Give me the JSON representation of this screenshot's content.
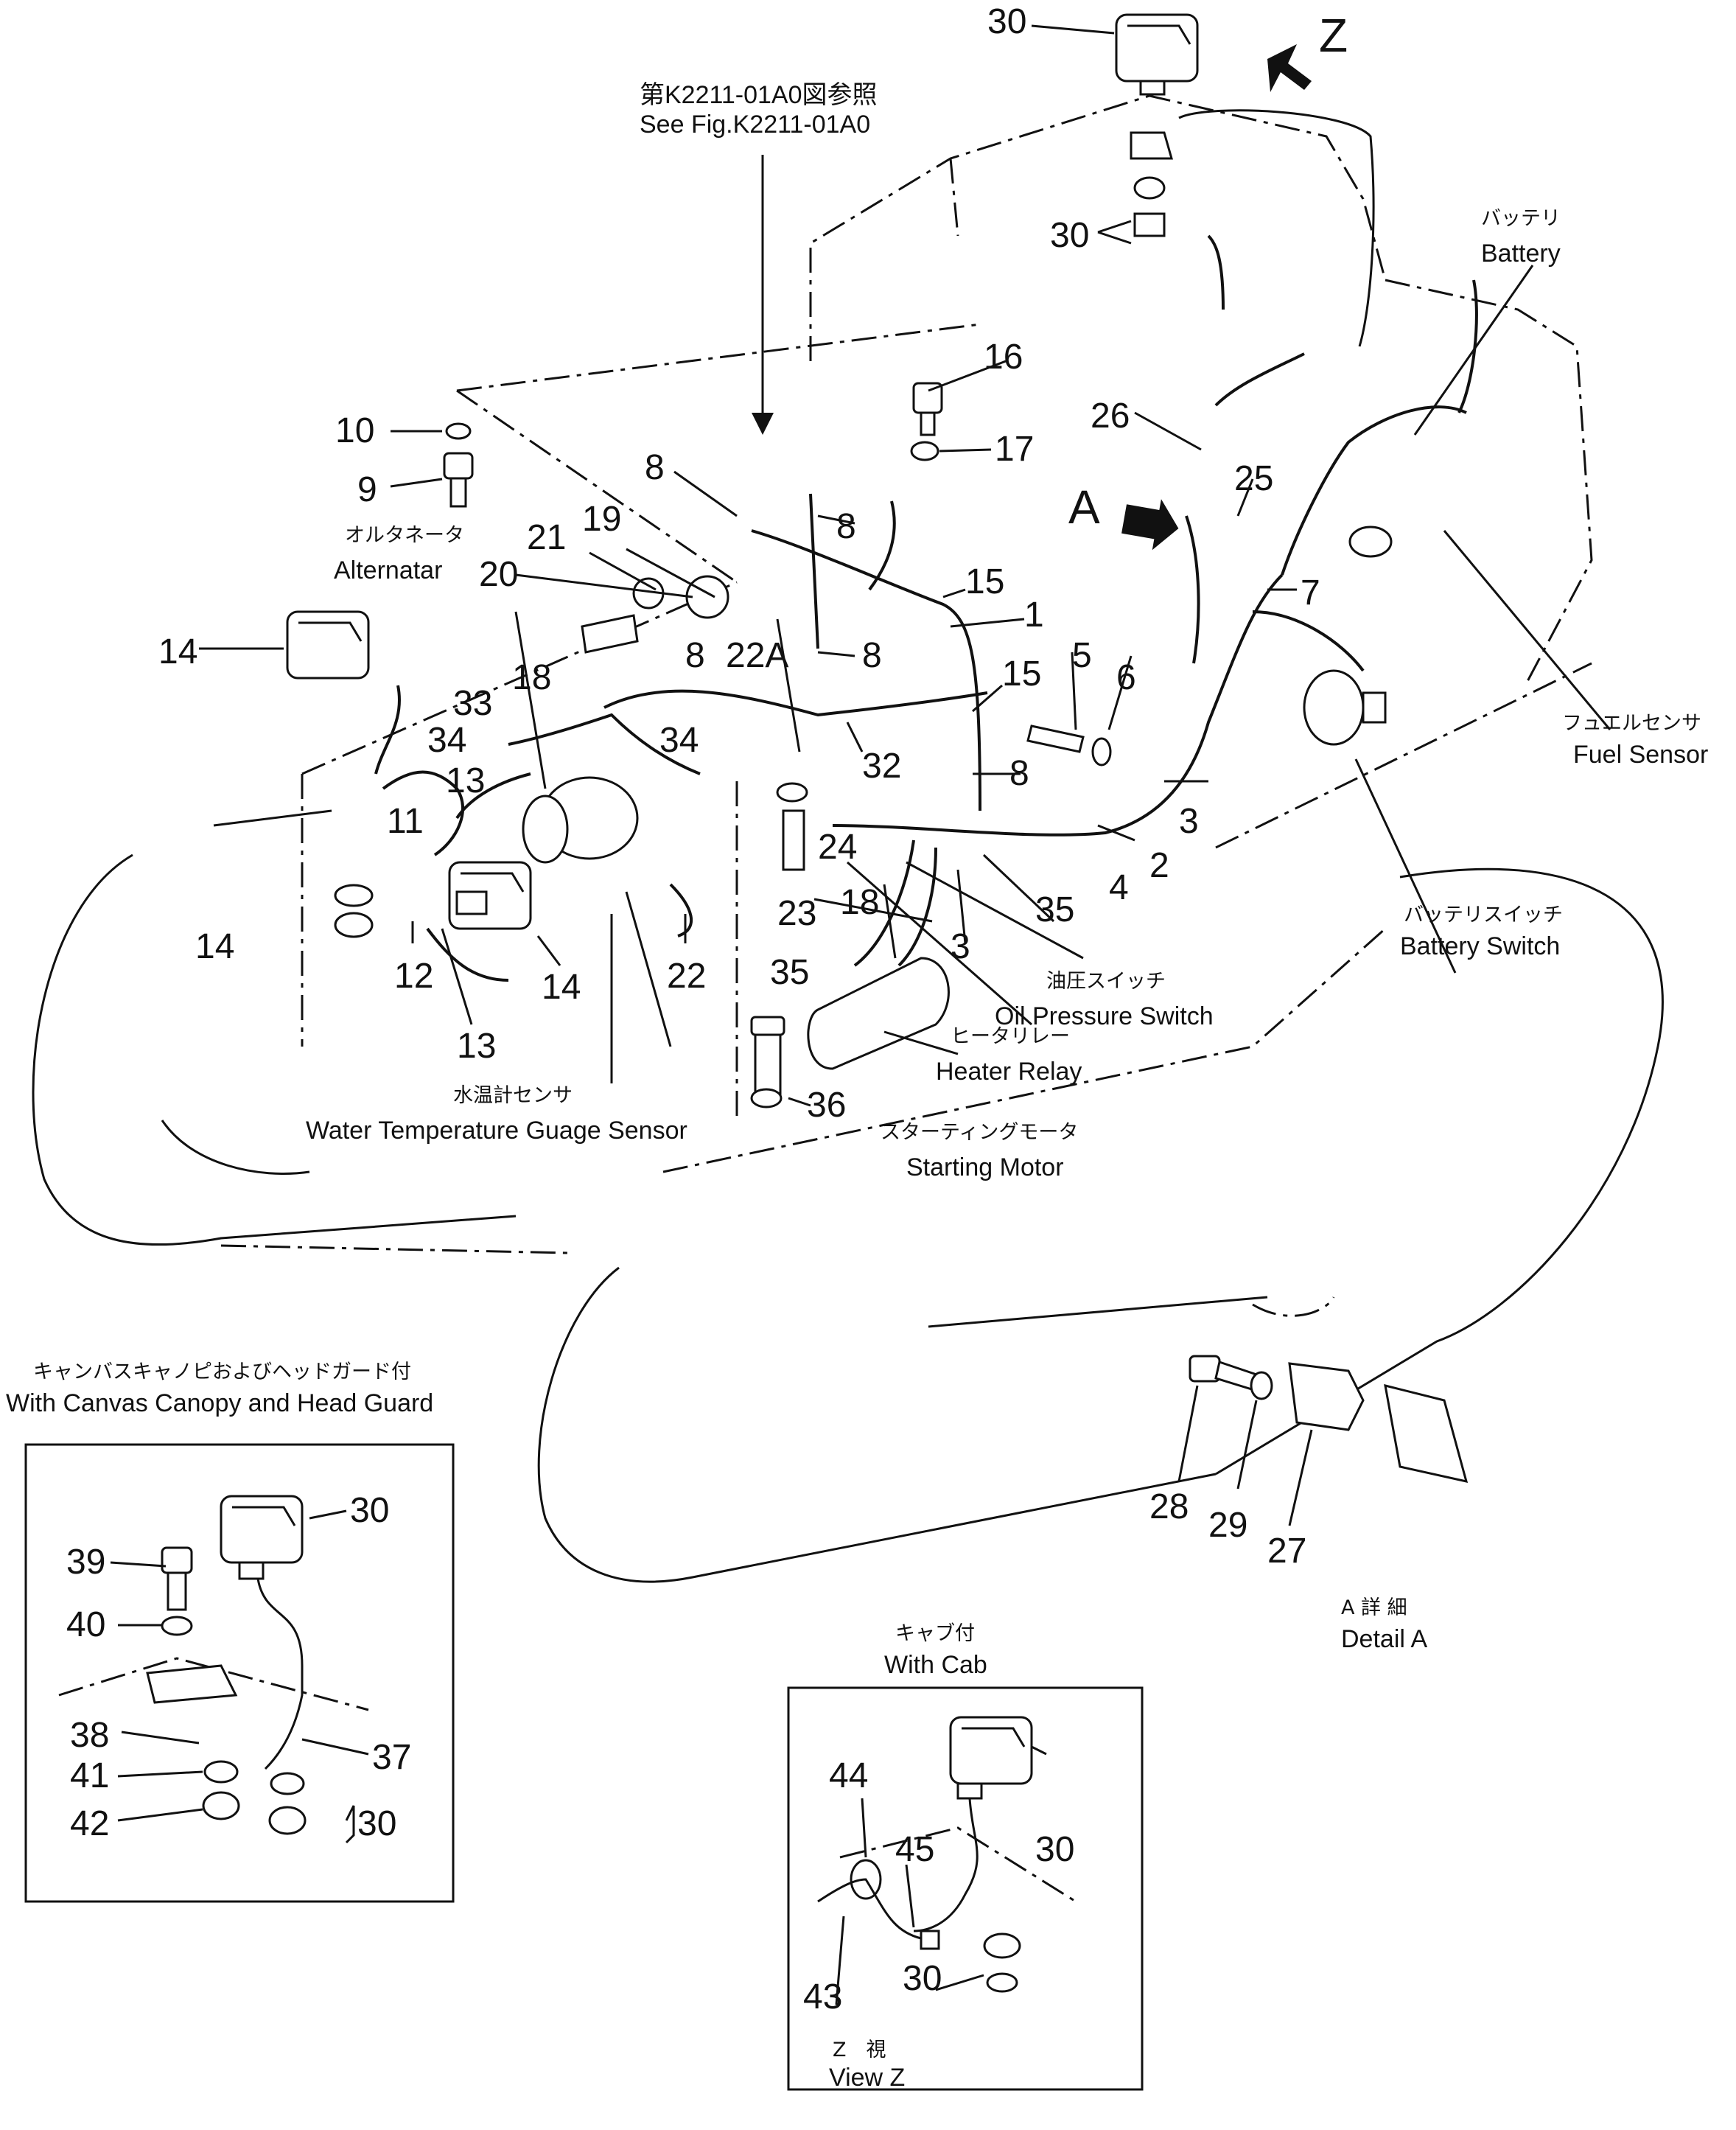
{
  "header": {
    "jp_ref": "第K2211-01A0図参照",
    "en_ref": "See Fig.K2211-01A0"
  },
  "view_marks": {
    "z": "Z",
    "a": "A"
  },
  "components": {
    "battery": {
      "jp": "バッテリ",
      "en": "Battery"
    },
    "alternator": {
      "jp": "オルタネータ",
      "en": "Alternatar"
    },
    "fuel_sensor": {
      "jp": "フュエルセンサ",
      "en": "Fuel Sensor"
    },
    "battery_switch": {
      "jp": "バッテリスイッチ",
      "en": "Battery Switch"
    },
    "oil_pressure_switch": {
      "jp": "油圧スイッチ",
      "en": "Oil Pressure Switch"
    },
    "heater_relay": {
      "jp": "ヒータリレー",
      "en": "Heater Relay"
    },
    "starting_motor": {
      "jp": "スターティングモータ",
      "en": "Starting Motor"
    },
    "water_temp_sensor": {
      "jp": "水温計センサ",
      "en": "Water Temperature Guage Sensor"
    }
  },
  "callouts": [
    "30",
    "30",
    "16",
    "17",
    "10",
    "9",
    "8",
    "8",
    "8",
    "8",
    "8",
    "26",
    "25",
    "7",
    "21",
    "19",
    "20",
    "15",
    "15",
    "1",
    "14",
    "22A",
    "5",
    "6",
    "33",
    "18",
    "34",
    "34",
    "13",
    "11",
    "32",
    "3",
    "2",
    "4",
    "24",
    "23",
    "35",
    "18",
    "3",
    "12",
    "14",
    "13",
    "22",
    "35",
    "36"
  ],
  "canopy_inset": {
    "jp": "キャンバスキャノピおよびヘッドガード付",
    "en": "With Canvas Canopy and Head Guard",
    "callouts": [
      "30",
      "39",
      "40",
      "38",
      "37",
      "41",
      "42",
      "30"
    ]
  },
  "cab_inset": {
    "jp": "キャブ付",
    "en": "With Cab",
    "callouts": [
      "44",
      "45",
      "30",
      "43",
      "30"
    ],
    "view_jp": "Z　視",
    "view_en": "View Z"
  },
  "detail_a": {
    "callouts": [
      "28",
      "29",
      "27"
    ],
    "jp": "A 詳 細",
    "en": "Detail A"
  }
}
